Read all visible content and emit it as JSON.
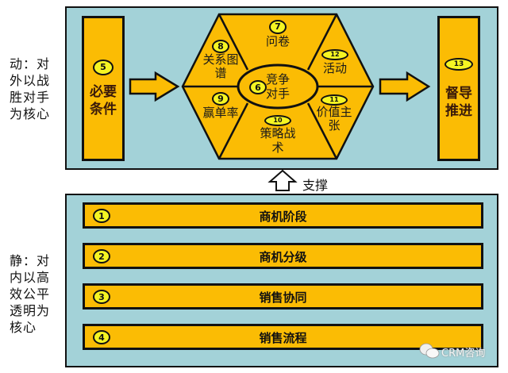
{
  "dynamic_section": {
    "side_label": "动：对外以战胜对手为核心",
    "side_label_lines": [
      "动：对",
      "外以战",
      "胜对手",
      "为核心"
    ],
    "left_block": {
      "number": "5",
      "lines": [
        "必要",
        "条件"
      ]
    },
    "right_block": {
      "number": "13",
      "lines": [
        "督导",
        "推进"
      ]
    },
    "hexagon": {
      "center": {
        "number": "6",
        "lines": [
          "竞争",
          "对手"
        ]
      },
      "segments": [
        {
          "position": "top",
          "number": "7",
          "lines": [
            "问卷"
          ]
        },
        {
          "position": "upper-left",
          "number": "8",
          "lines": [
            "关系图",
            "谱"
          ]
        },
        {
          "position": "lower-left",
          "number": "9",
          "lines": [
            "赢单率"
          ]
        },
        {
          "position": "bottom",
          "number": "10",
          "lines": [
            "策略战",
            "术"
          ]
        },
        {
          "position": "lower-right",
          "number": "11",
          "lines": [
            "价值主",
            "张"
          ]
        },
        {
          "position": "upper-right",
          "number": "12",
          "lines": [
            "活动"
          ]
        }
      ]
    }
  },
  "connector": {
    "label": "支撑"
  },
  "static_section": {
    "side_label": "静：对内以高效公平透明为核心",
    "side_label_lines": [
      "静：对",
      "内以高",
      "效公平",
      "透明为",
      "核心"
    ],
    "layers": [
      {
        "number": "1",
        "label": "商机阶段"
      },
      {
        "number": "2",
        "label": "商机分级"
      },
      {
        "number": "3",
        "label": "销售协同"
      },
      {
        "number": "4",
        "label": "销售流程"
      }
    ]
  },
  "watermark": {
    "text": "CRM咨询",
    "icon": "wechat-icon"
  },
  "colors": {
    "panel": "#a3d2d8",
    "block": "#fbbc04",
    "badge": "#f5f523",
    "outline": "#111111"
  }
}
